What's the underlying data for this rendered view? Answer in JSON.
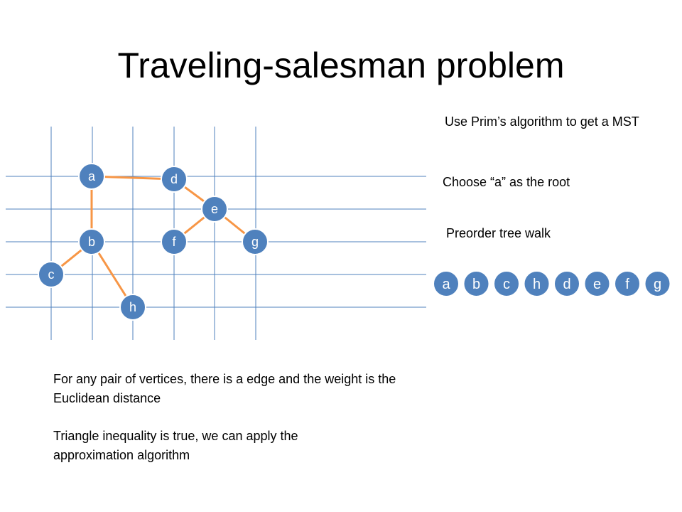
{
  "title": "Traveling-salesman problem",
  "notes": {
    "prim": "Use Prim’s algorithm to get a MST",
    "root": "Choose “a” as the root",
    "walk": "Preorder tree walk",
    "pairs": "For any pair of vertices, there is a edge and the weight is the Euclidean distance",
    "triangle": "Triangle inequality is true, we can apply the approximation algorithm"
  },
  "graph": {
    "vertices": [
      "a",
      "b",
      "c",
      "d",
      "e",
      "f",
      "g",
      "h"
    ],
    "mst_edges": [
      [
        "a",
        "d"
      ],
      [
        "d",
        "e"
      ],
      [
        "e",
        "f"
      ],
      [
        "e",
        "g"
      ],
      [
        "a",
        "b"
      ],
      [
        "b",
        "c"
      ],
      [
        "b",
        "h"
      ]
    ]
  },
  "preorder": [
    "a",
    "b",
    "c",
    "h",
    "d",
    "e",
    "f",
    "g"
  ],
  "colors": {
    "vertex_fill": "#4f81bd",
    "vertex_stroke": "#ffffff",
    "edge": "#f79646",
    "grid": "#4f81bd",
    "text": "#000000"
  }
}
